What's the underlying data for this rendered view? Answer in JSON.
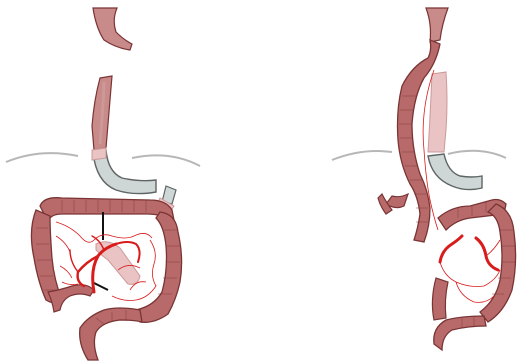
{
  "figure": {
    "panels": [
      {
        "id": "before",
        "side": "left"
      },
      {
        "id": "after",
        "side": "right"
      }
    ],
    "colors": {
      "bowel": "#b86a6a",
      "bowel_edge": "#7a3434",
      "bowel_highlight": "#d08f8f",
      "esophagus": "#c98a8a",
      "esophagus_light": "#eac4c4",
      "tube": "#cfd6d6",
      "tube_edge": "#5f6565",
      "vessel": "#d81b1b",
      "diaphragm": "#b7b7b7"
    }
  }
}
